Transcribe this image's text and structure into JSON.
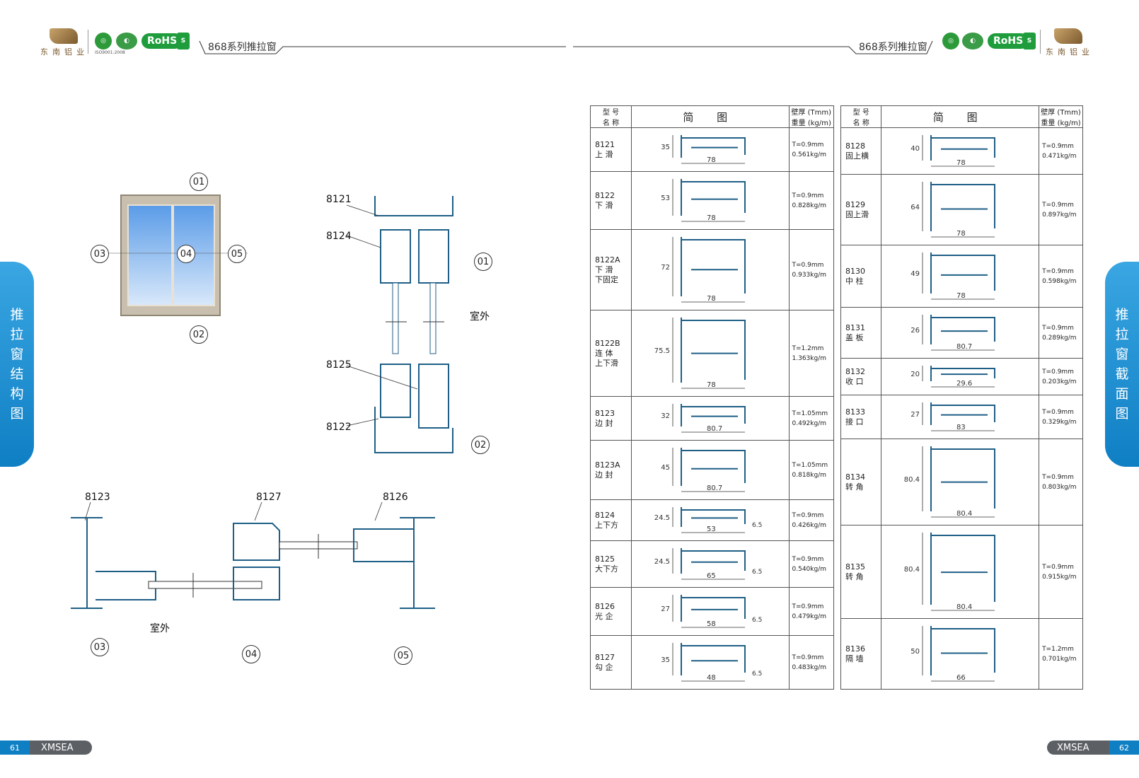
{
  "header": {
    "brand_name": "东南铝业",
    "series_title_left": "868系列推拉窗",
    "series_title_right": "868系列推拉窗",
    "cert_rohs": "RoHS",
    "cert_iso_caption": "ISO9001:2008"
  },
  "left_tab": {
    "chars": [
      "推",
      "拉",
      "窗",
      "结",
      "构",
      "图"
    ]
  },
  "right_tab": {
    "chars": [
      "推",
      "拉",
      "窗",
      "截",
      "面",
      "图"
    ]
  },
  "window": {
    "callouts": [
      "01",
      "02",
      "03",
      "04",
      "05"
    ]
  },
  "section": {
    "labels": [
      "8121",
      "8124",
      "8125",
      "8122"
    ],
    "callouts": [
      "01",
      "02"
    ],
    "outdoor": "室外"
  },
  "plan": {
    "labels": [
      "8123",
      "8127",
      "8126"
    ],
    "callouts": [
      "03",
      "04",
      "05"
    ],
    "outdoor": "室外"
  },
  "table_headers": {
    "model_line1": "型 号",
    "model_line2": "名 称",
    "sketch": "简 图",
    "spec_line1": "壁厚 (Tmm)",
    "spec_line2": "重量 (kg/m)"
  },
  "left_table": [
    {
      "code": "8121",
      "name": "上 滑",
      "h": "35",
      "w": "78",
      "t": "T=0.9mm",
      "kg": "0.561kg/m"
    },
    {
      "code": "8122",
      "name": "下 滑",
      "h": "53",
      "w": "78",
      "t": "T=0.9mm",
      "kg": "0.828kg/m"
    },
    {
      "code": "8122A",
      "name": "下 滑\n下固定",
      "h": "72",
      "w": "78",
      "t": "T=0.9mm",
      "kg": "0.933kg/m"
    },
    {
      "code": "8122B",
      "name": "连 体\n上下滑",
      "h": "75.5",
      "w": "78",
      "t": "T=1.2mm",
      "kg": "1.363kg/m"
    },
    {
      "code": "8123",
      "name": "边 封",
      "h": "32",
      "w": "80.7",
      "t": "T=1.05mm",
      "kg": "0.492kg/m"
    },
    {
      "code": "8123A",
      "name": "边 封",
      "h": "45",
      "w": "80.7",
      "t": "T=1.05mm",
      "kg": "0.818kg/m"
    },
    {
      "code": "8124",
      "name": "上下方",
      "h": "24.5",
      "w": "53",
      "h2": "6.5",
      "t": "T=0.9mm",
      "kg": "0.426kg/m"
    },
    {
      "code": "8125",
      "name": "大下方",
      "h": "24.5",
      "w": "65",
      "h2": "6.5",
      "t": "T=0.9mm",
      "kg": "0.540kg/m"
    },
    {
      "code": "8126",
      "name": "光 企",
      "h": "27",
      "w": "58",
      "h2": "6.5",
      "t": "T=0.9mm",
      "kg": "0.479kg/m"
    },
    {
      "code": "8127",
      "name": "勾 企",
      "h": "35",
      "w": "48",
      "h2": "6.5",
      "t": "T=0.9mm",
      "kg": "0.483kg/m"
    }
  ],
  "right_table": [
    {
      "code": "8128",
      "name": "固上横",
      "h": "40",
      "w": "78",
      "t": "T=0.9mm",
      "kg": "0.471kg/m"
    },
    {
      "code": "8129",
      "name": "固上滑",
      "h": "64",
      "w": "78",
      "t": "T=0.9mm",
      "kg": "0.897kg/m"
    },
    {
      "code": "8130",
      "name": "中 柱",
      "h": "49",
      "w": "78",
      "t": "T=0.9mm",
      "kg": "0.598kg/m"
    },
    {
      "code": "8131",
      "name": "盖 板",
      "h": "26",
      "w": "80.7",
      "t": "T=0.9mm",
      "kg": "0.289kg/m"
    },
    {
      "code": "8132",
      "name": "收 口",
      "h": "20",
      "w": "29.6",
      "t": "T=0.9mm",
      "kg": "0.203kg/m"
    },
    {
      "code": "8133",
      "name": "接 口",
      "h": "27",
      "w": "83",
      "t": "T=0.9mm",
      "kg": "0.329kg/m"
    },
    {
      "code": "8134",
      "name": "转 角",
      "h": "80.4",
      "w": "80.4",
      "t": "T=0.9mm",
      "kg": "0.803kg/m"
    },
    {
      "code": "8135",
      "name": "转 角",
      "h": "80.4",
      "w": "80.4",
      "t": "T=0.9mm",
      "kg": "0.915kg/m"
    },
    {
      "code": "8136",
      "name": "隔 墙",
      "h": "50",
      "w": "66",
      "t": "T=1.2mm",
      "kg": "0.701kg/m"
    }
  ],
  "footer": {
    "left_page": "61",
    "right_page": "62",
    "brand": "XMSEA"
  },
  "colors": {
    "accent_blue": "#0f7fc4",
    "profile_blue": "#1f5f86",
    "footer_gray": "#5c6065"
  }
}
